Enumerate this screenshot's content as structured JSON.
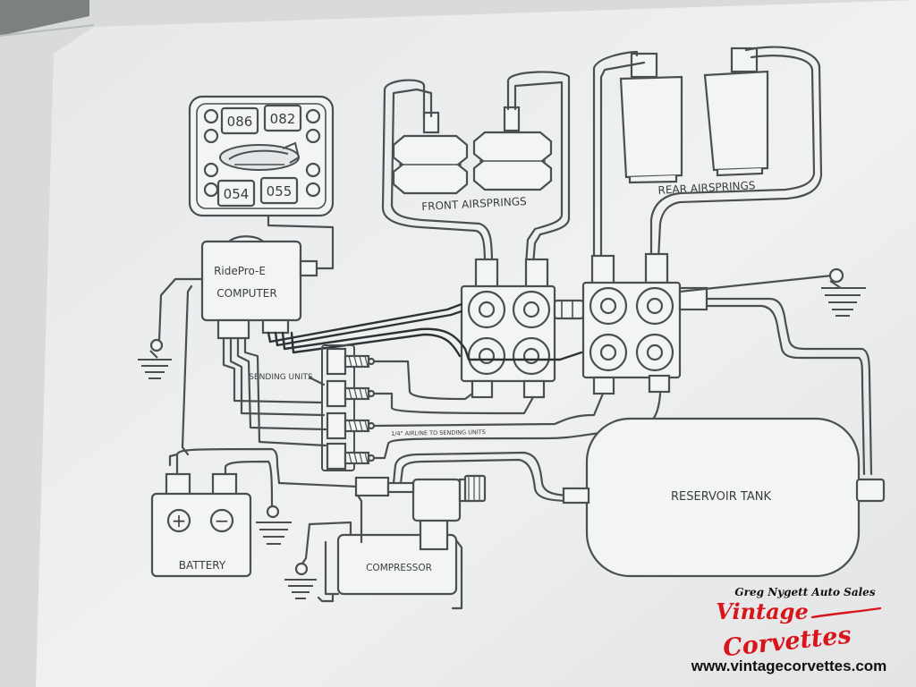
{
  "gauge": {
    "readings": [
      "086",
      "082",
      "054",
      "055"
    ]
  },
  "labels": {
    "computer_line1": "RidePro-E",
    "computer_line2": "COMPUTER",
    "front_airsprings": "FRONT AIRSPRINGS",
    "rear_airsprings": "REAR AIRSPRINGS",
    "sending_units": "SENDING UNITS",
    "airline_note": "1/4\" AIRLINE TO SENDING UNITS",
    "reservoir_tank": "RESERVOIR TANK",
    "battery": "BATTERY",
    "compressor": "COMPRESSOR",
    "battery_plus": "+",
    "battery_minus": "−"
  },
  "watermark": {
    "dealer": "Greg Nygett Auto Sales",
    "brand_line1": "Vintage",
    "brand_line2": "Corvettes",
    "url": "www.vintagecorvettes.com",
    "color": "#d9141b"
  }
}
